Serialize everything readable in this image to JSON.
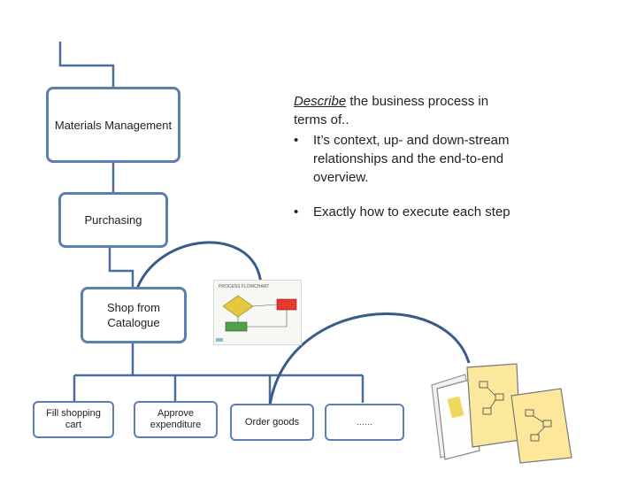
{
  "nodes": {
    "materials_management": "Materials Management",
    "purchasing": "Purchasing",
    "shop_from_catalogue": "Shop from Catalogue",
    "fill_shopping_cart": "Fill shopping cart",
    "approve_expenditure": "Approve expenditure",
    "order_goods": "Order goods",
    "ellipsis": "……"
  },
  "description": {
    "intro_emphasis": "Describe",
    "intro_rest": " the business process in terms of..",
    "bullets": [
      "It’s context, up- and down-stream relationships and the end-to-end overview.",
      "Exactly how to execute each step"
    ],
    "bullet_glyph": "•"
  },
  "thumbnail": {
    "title": "PROCESS FLOWCHART"
  },
  "colors": {
    "box_border": "#5b7fb0",
    "connector": "#4a6d9c",
    "arc": "#3a5a8a"
  }
}
